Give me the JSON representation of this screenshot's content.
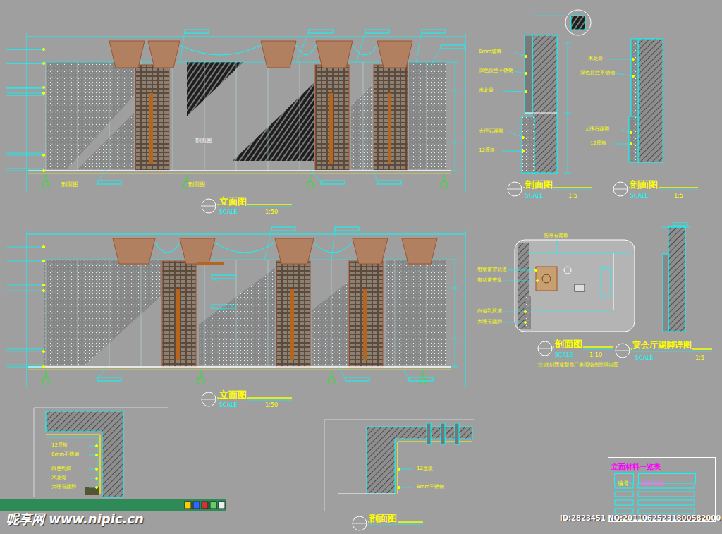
{
  "diagram": {
    "nodes": [
      {
        "text": [
          "立面材料一览表"
        ]
      },
      {
        "text": [
          "编号"
        ],
        "in": 0
      },
      {
        "text": [
          "材料名称"
        ],
        "in": 0
      }
    ],
    "labels": [
      "立面图",
      "SCALE",
      "1:50",
      "立面图",
      "SCALE",
      "1:50",
      "剖面图",
      "SCALE",
      "1:5",
      "剖面图",
      "SCALE",
      "1:5",
      "剖面图",
      "SCALE",
      "1:10",
      "宴会厅踢脚详图",
      "SCALE",
      "1:5",
      "剖面图",
      "注:此剖面造型需厂家现场测量后出图",
      "剖面图",
      "剖面图",
      "剖面图",
      "6mm玻璃",
      "深色拉丝不锈钢",
      "木龙骨",
      "大理石踢脚",
      "12厘板",
      "木龙骨",
      "深色拉丝不锈钢",
      "大理石踢脚",
      "12厘板",
      "防潮石膏板",
      "电动窗帘轨道",
      "电动窗帘盒",
      "白色乳胶漆",
      "大理石踢脚",
      "12厘板",
      "6mm不锈钢",
      "白色乳胶",
      "木龙骨",
      "大理石踢脚",
      "12厘板",
      "6mm不锈钢",
      "昵享网 www.nipic.cn",
      "ID:2823451 NO:20110625231800582000"
    ]
  }
}
